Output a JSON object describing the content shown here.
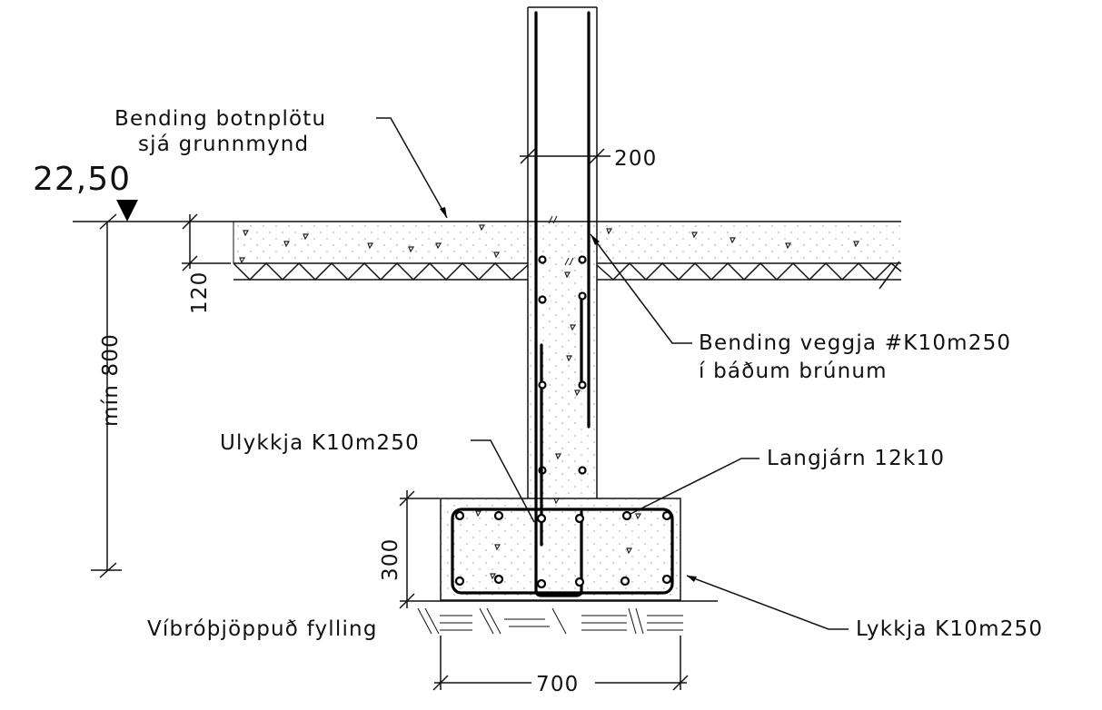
{
  "elevation": {
    "value": "22,50"
  },
  "labels": {
    "slab_reinforcement": {
      "line1": "Bending botnplötu",
      "line2": "sjá grunnmynd"
    },
    "wall_reinforcement": {
      "line1": "Bending veggja #K10m250",
      "line2": "í báðum brúnum"
    },
    "u_bar": "Ulykkja K10m250",
    "longitudinal_bars": "Langjárn 12k10",
    "stirrup": "Lykkja K10m250",
    "fill": "Víbróþjöppuð fylling"
  },
  "dimensions": {
    "wall_thickness": "200",
    "slab_thickness": "120",
    "min_depth": "mín 800",
    "footing_height": "300",
    "footing_width": "700"
  }
}
